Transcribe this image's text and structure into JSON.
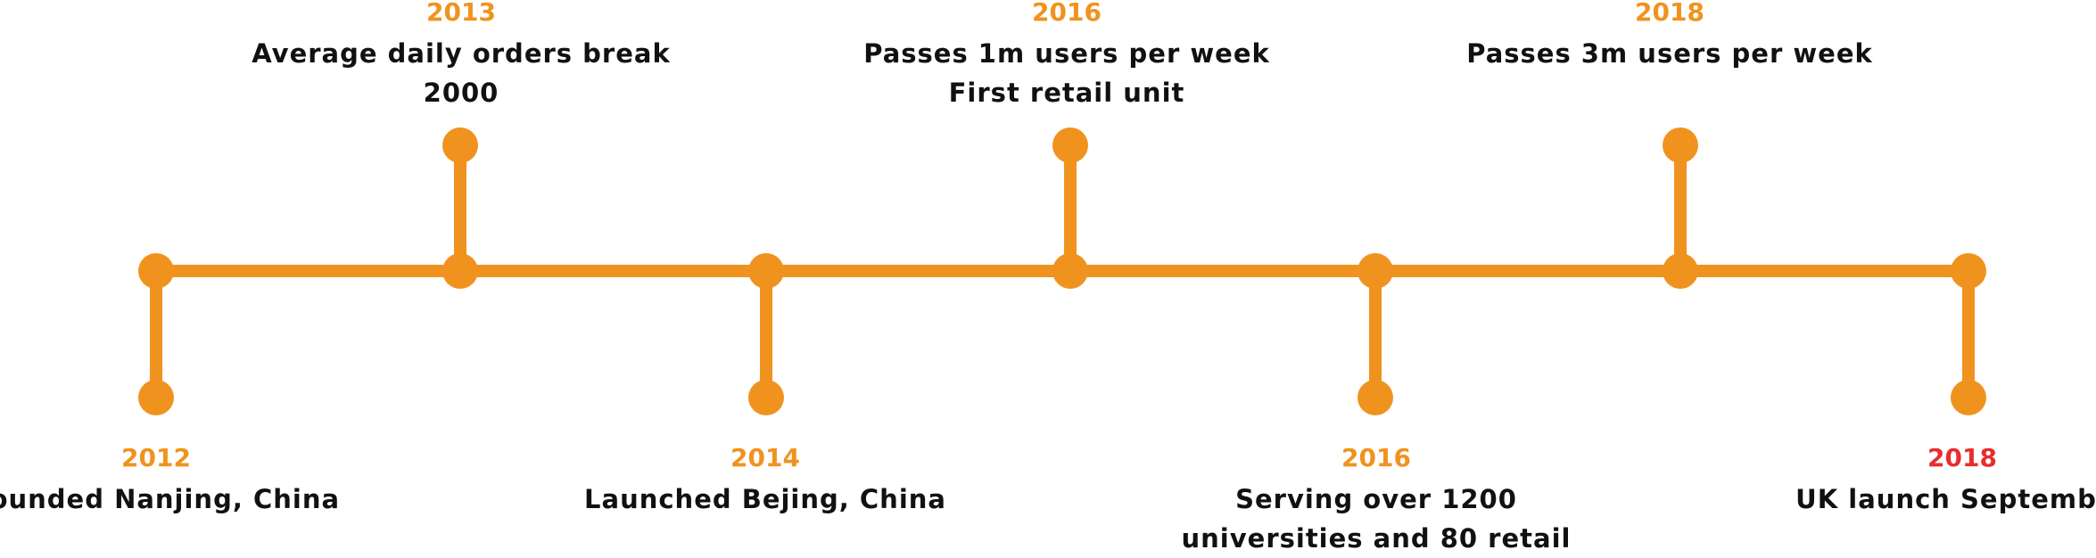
{
  "colors": {
    "accent": "#F0931E",
    "highlight": "#E82E2E",
    "text": "#111111"
  },
  "events": [
    {
      "year": "2012",
      "lines": [
        "Founded Nanjing, China"
      ],
      "side": "below",
      "year_color": "#F0931E"
    },
    {
      "year": "2013",
      "lines": [
        "Average daily orders break",
        "2000"
      ],
      "side": "above",
      "year_color": "#F0931E"
    },
    {
      "year": "2014",
      "lines": [
        "Launched Bejing, China"
      ],
      "side": "below",
      "year_color": "#F0931E"
    },
    {
      "year": "2016",
      "lines": [
        "Passes 1m users per week",
        "First retail unit"
      ],
      "side": "above",
      "year_color": "#F0931E"
    },
    {
      "year": "2016",
      "lines": [
        "Serving over 1200",
        "universities and 80 retail"
      ],
      "side": "below",
      "year_color": "#F0931E"
    },
    {
      "year": "2018",
      "lines": [
        "Passes 3m users per week"
      ],
      "side": "above",
      "year_color": "#F0931E"
    },
    {
      "year": "2018",
      "lines": [
        "UK launch September"
      ],
      "side": "below",
      "year_color": "#E82E2E"
    }
  ]
}
